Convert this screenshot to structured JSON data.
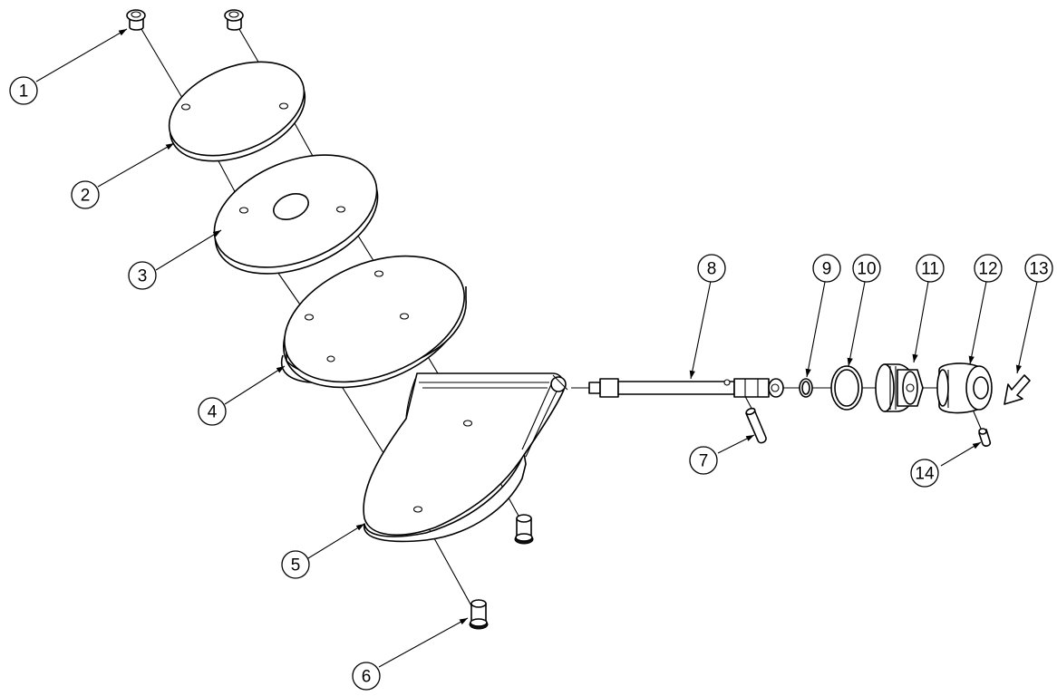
{
  "balloons": [
    "1",
    "2",
    "3",
    "4",
    "5",
    "6",
    "7",
    "8",
    "9",
    "10",
    "11",
    "12",
    "13",
    "14"
  ]
}
